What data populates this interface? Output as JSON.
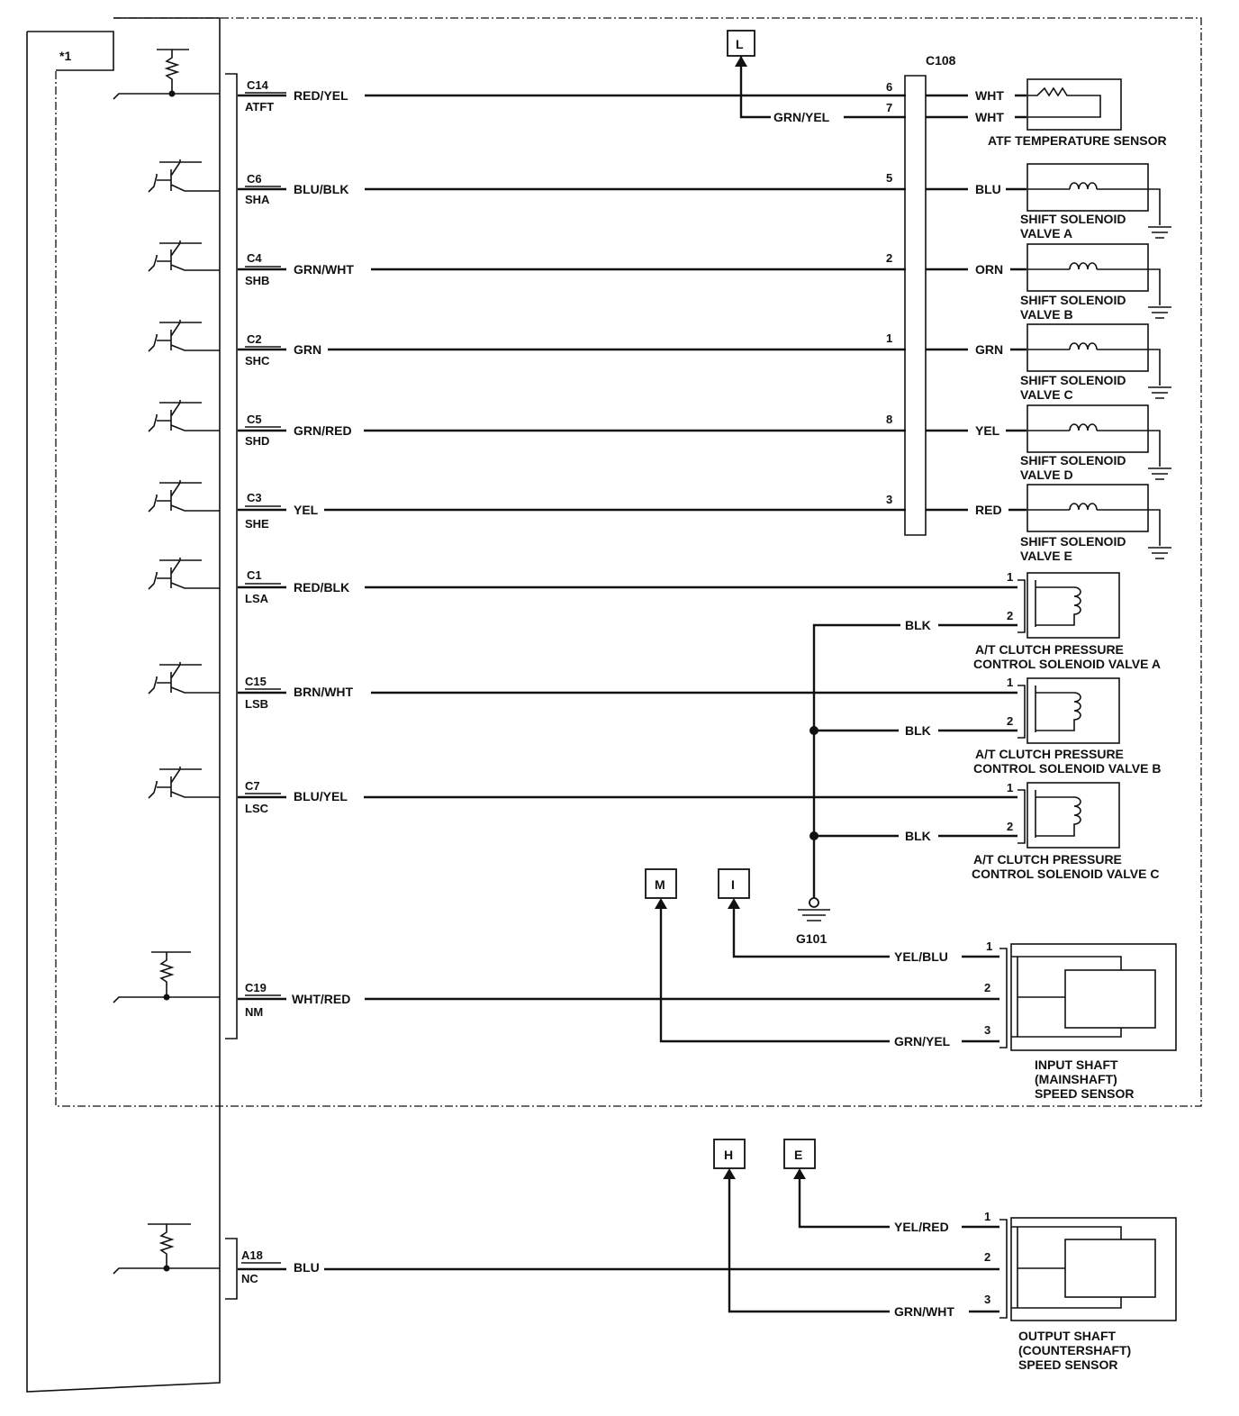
{
  "ecm_note": "*1",
  "connector_c108": "C108",
  "ecm_pins": [
    {
      "pin": "C14",
      "sig": "ATFT",
      "wire": "RED/YEL"
    },
    {
      "pin": "C6",
      "sig": "SHA",
      "wire": "BLU/BLK"
    },
    {
      "pin": "C4",
      "sig": "SHB",
      "wire": "GRN/WHT"
    },
    {
      "pin": "C2",
      "sig": "SHC",
      "wire": "GRN"
    },
    {
      "pin": "C5",
      "sig": "SHD",
      "wire": "GRN/RED"
    },
    {
      "pin": "C3",
      "sig": "SHE",
      "wire": "YEL"
    },
    {
      "pin": "C1",
      "sig": "LSA",
      "wire": "RED/BLK"
    },
    {
      "pin": "C15",
      "sig": "LSB",
      "wire": "BRN/WHT"
    },
    {
      "pin": "C7",
      "sig": "LSC",
      "wire": "BLU/YEL"
    },
    {
      "pin": "C19",
      "sig": "NM",
      "wire": "WHT/RED"
    },
    {
      "pin": "A18",
      "sig": "NC",
      "wire": "BLU"
    }
  ],
  "c108_pins": [
    "6",
    "7",
    "5",
    "2",
    "1",
    "8",
    "3"
  ],
  "atf_sensor": {
    "name": "ATF TEMPERATURE SENSOR",
    "wire1": "WHT",
    "wire2": "WHT",
    "jumper_wire": "GRN/YEL",
    "ref": "L"
  },
  "solenoids": [
    {
      "wire": "BLU",
      "l1": "SHIFT SOLENOID",
      "l2": "VALVE A"
    },
    {
      "wire": "ORN",
      "l1": "SHIFT SOLENOID",
      "l2": "VALVE B"
    },
    {
      "wire": "GRN",
      "l1": "SHIFT SOLENOID",
      "l2": "VALVE C"
    },
    {
      "wire": "YEL",
      "l1": "SHIFT SOLENOID",
      "l2": "VALVE D"
    },
    {
      "wire": "RED",
      "l1": "SHIFT SOLENOID",
      "l2": "VALVE E"
    }
  ],
  "clutch_valves": [
    {
      "gnd_wire": "BLK",
      "p1": "1",
      "p2": "2",
      "l1": "A/T CLUTCH PRESSURE",
      "l2": "CONTROL SOLENOID VALVE A"
    },
    {
      "gnd_wire": "BLK",
      "p1": "1",
      "p2": "2",
      "l1": "A/T CLUTCH PRESSURE",
      "l2": "CONTROL SOLENOID VALVE B"
    },
    {
      "gnd_wire": "BLK",
      "p1": "1",
      "p2": "2",
      "l1": "A/T CLUTCH PRESSURE",
      "l2": "CONTROL SOLENOID VALVE C"
    }
  ],
  "ground": "G101",
  "input_sensor": {
    "ref1": "M",
    "ref2": "I",
    "w1": "YEL/BLU",
    "w3": "GRN/YEL",
    "p1": "1",
    "p2": "2",
    "p3": "3",
    "l1": "INPUT SHAFT",
    "l2": "(MAINSHAFT)",
    "l3": "SPEED SENSOR"
  },
  "output_sensor": {
    "ref1": "H",
    "ref2": "E",
    "w1": "YEL/RED",
    "w3": "GRN/WHT",
    "p1": "1",
    "p2": "2",
    "p3": "3",
    "l1": "OUTPUT SHAFT",
    "l2": "(COUNTERSHAFT)",
    "l3": "SPEED SENSOR"
  }
}
